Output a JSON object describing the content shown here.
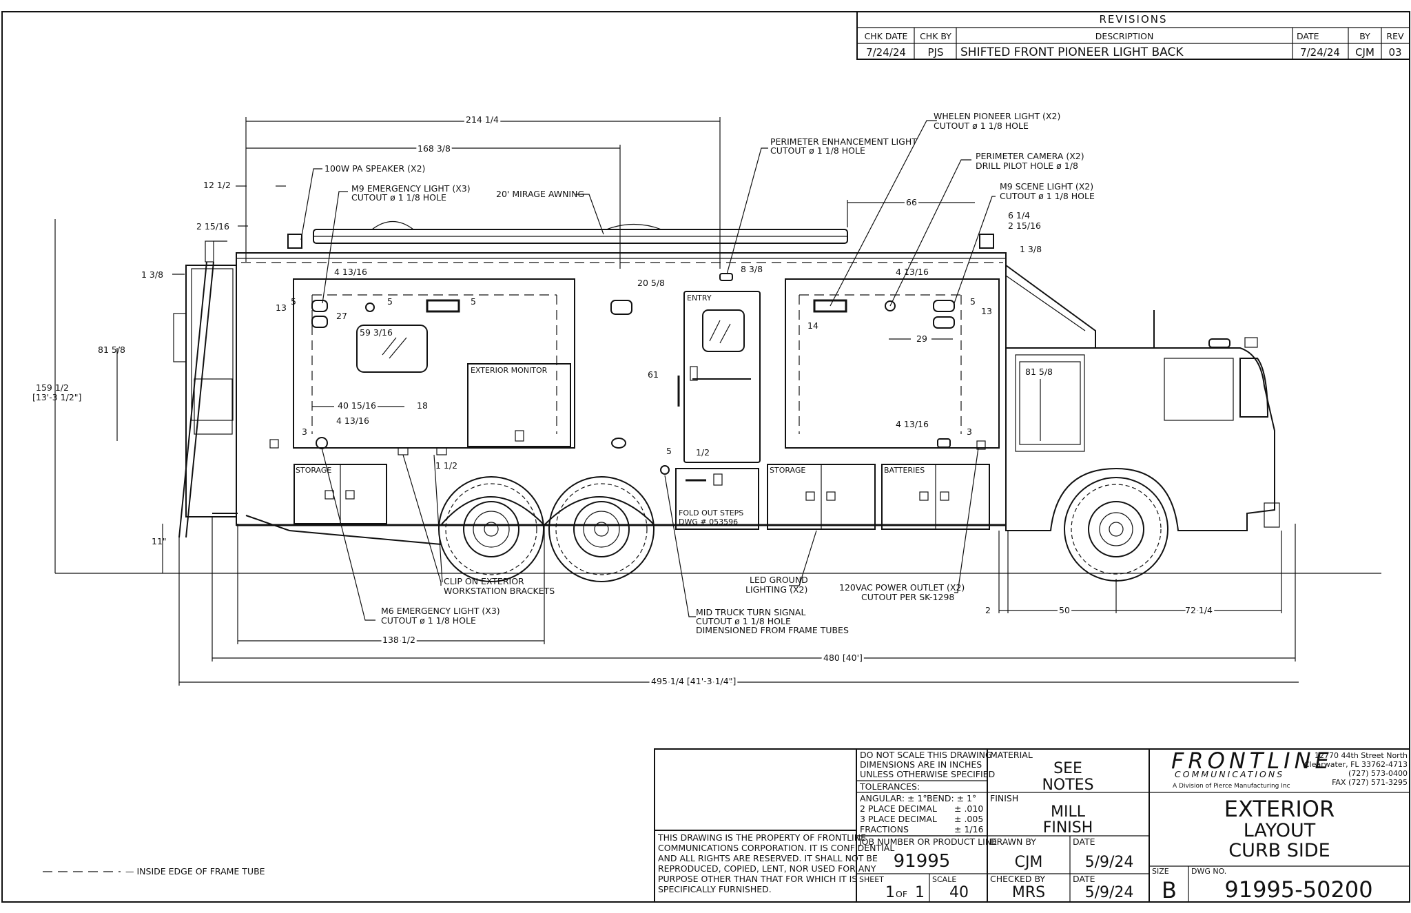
{
  "revisions": {
    "title": "REVISIONS",
    "headers": {
      "chk_date": "CHK DATE",
      "chk_by": "CHK BY",
      "description": "DESCRIPTION",
      "date": "DATE",
      "by": "BY",
      "rev": "REV"
    },
    "rows": [
      {
        "chk_date": "7/24/24",
        "chk_by": "PJS",
        "description": "SHIFTED FRONT PIONEER LIGHT BACK",
        "date": "7/24/24",
        "by": "CJM",
        "rev": "03"
      }
    ]
  },
  "callouts": {
    "pa_speaker": "100W PA SPEAKER (X2)",
    "m9_emergency_1": "M9 EMERGENCY LIGHT (X3)",
    "m9_emergency_2": "CUTOUT ø 1 1/8 HOLE",
    "awning": "20' MIRAGE AWNING",
    "perimeter_enh_1": "PERIMETER ENHANCEMENT LIGHT",
    "perimeter_enh_2": "CUTOUT ø 1 1/8 HOLE",
    "pioneer_1": "WHELEN PIONEER LIGHT (X2)",
    "pioneer_2": "CUTOUT ø 1 1/8 HOLE",
    "camera_1": "PERIMETER CAMERA (X2)",
    "camera_2": "DRILL PILOT HOLE ø 1/8",
    "m9_scene_1": "M9 SCENE LIGHT (X2)",
    "m9_scene_2": "CUTOUT ø 1 1/8 HOLE",
    "clip_1": "CLIP ON EXTERIOR",
    "clip_2": "WORKSTATION BRACKETS",
    "m6_1": "M6 EMERGENCY LIGHT (X3)",
    "m6_2": "CUTOUT ø 1 1/8 HOLE",
    "led_1": "LED GROUND",
    "led_2": "LIGHTING (X2)",
    "turn_1": "MID TRUCK TURN SIGNAL",
    "turn_2": "CUTOUT ø 1 1/8 HOLE",
    "turn_3": "DIMENSIONED FROM FRAME TUBES",
    "outlet_1": "120VAC POWER OUTLET (X2)",
    "outlet_2": "CUTOUT PER SK-1298"
  },
  "labels": {
    "entry": "ENTRY",
    "exterior_monitor": "EXTERIOR MONITOR",
    "storage": "STORAGE",
    "batteries": "BATTERIES",
    "steps_1": "FOLD OUT STEPS",
    "steps_2": "DWG # 053596"
  },
  "dims": {
    "d214": "214 1/4",
    "d168": "168 3/8",
    "d12": "12 1/2",
    "d2_15": "2 15/16",
    "d1_38a": "1 3/8",
    "d4_13a": "4 13/16",
    "d5a": "5",
    "d13a": "13",
    "d27": "27",
    "d5b": "5",
    "d5c": "5",
    "d59": "59 3/16",
    "d20": "20 5/8",
    "d8_38": "8 3/8",
    "d66": "66",
    "d6_14": "6 1/4",
    "d2_15b": "2 15/16",
    "d1_38b": "1 3/8",
    "d4_13b": "4 13/16",
    "d5d": "5",
    "d13b": "13",
    "d14": "14",
    "d29": "29",
    "d81a": "81 5/8",
    "d81b": "81 5/8",
    "d159": "159 1/2",
    "d159b": "[13'-3 1/2\"]",
    "d61": "61",
    "d40": "40 15/16",
    "d18": "18",
    "d4_13c": "4 13/16",
    "d3a": "3",
    "d1_12": "1 1/2",
    "d5e": "5",
    "d12b": "1/2",
    "d4_13d": "4 13/16",
    "d3b": "3",
    "d11": "11\"",
    "d138": "138 1/2",
    "d480": "480 [40']",
    "d495": "495 1/4 [41'-3 1/4\"]",
    "d2": "2",
    "d50": "50",
    "d72": "72 1/4"
  },
  "legend": {
    "inside_edge": "— INSIDE EDGE OF FRAME TUBE"
  },
  "title_block": {
    "notice": [
      "DO NOT SCALE THIS DRAWING",
      "DIMENSIONS ARE IN INCHES",
      "UNLESS OTHERWISE SPECIFIED"
    ],
    "tolerances_label": "TOLERANCES:",
    "angular": "ANGULAR: ± 1°",
    "bend": "BEND: ± 1°",
    "place2": "2 PLACE DECIMAL",
    "place2_val": "± .010",
    "place3": "3 PLACE DECIMAL",
    "place3_val": "± .005",
    "fractions": "FRACTIONS",
    "fractions_val": "± 1/16",
    "material_label": "MATERIAL",
    "material_1": "SEE",
    "material_2": "NOTES",
    "finish_label": "FINISH",
    "finish_1": "MILL",
    "finish_2": "FINISH",
    "company_name": "FRONTLINE",
    "company_sub": "COMMUNICATIONS",
    "company_div": "A Division of Pierce Manufacturing Inc",
    "address_1": "12770 44th Street North",
    "address_2": "Clearwater, FL 33762-4713",
    "phone": "(727) 573-0400",
    "fax": "FAX (727) 571-3295",
    "title_1": "EXTERIOR",
    "title_2": "LAYOUT",
    "title_3": "CURB SIDE",
    "property_notice": [
      "THIS DRAWING IS THE PROPERTY OF FRONTLINE",
      "COMMUNICATIONS CORPORATION. IT IS CONFIDENTIAL",
      "AND ALL RIGHTS ARE RESERVED. IT SHALL NOT BE",
      "REPRODUCED, COPIED, LENT, NOR USED FOR ANY",
      "PURPOSE OTHER THAN THAT FOR WHICH IT IS",
      "SPECIFICALLY FURNISHED."
    ],
    "job_label": "JOB NUMBER OR PRODUCT LINE",
    "job": "91995",
    "drawn_label": "DRAWN BY",
    "drawn": "CJM",
    "drawn_date_label": "DATE",
    "drawn_date": "5/9/24",
    "checked_label": "CHECKED BY",
    "checked": "MRS",
    "checked_date_label": "DATE",
    "checked_date": "5/9/24",
    "sheet_label": "SHEET",
    "sheet": "1",
    "sheet_of": "OF",
    "sheet_total": "1",
    "scale_label": "SCALE",
    "scale": "40",
    "size_label": "SIZE",
    "size": "B",
    "dwg_label": "DWG NO.",
    "dwg": "91995-50200"
  }
}
